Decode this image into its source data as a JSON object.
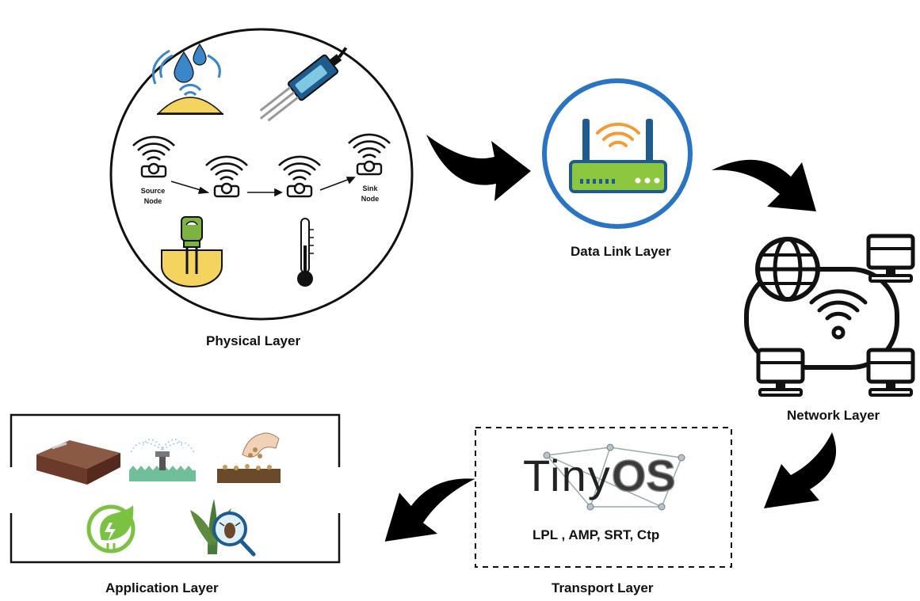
{
  "physical": {
    "label": "Physical Layer",
    "source_node": [
      "Source",
      "Node"
    ],
    "sink_node": [
      "Sink",
      "Node"
    ]
  },
  "data_link": {
    "label": "Data Link Layer"
  },
  "network": {
    "label": "Network Layer"
  },
  "transport": {
    "label": "Transport Layer",
    "logo_text": "TinyOS",
    "protocols": "LPL , AMP, SRT, Ctp"
  },
  "application": {
    "label": "Application Layer"
  },
  "colors": {
    "router_ring": "#2a74c4",
    "router_body": "#8dc63f",
    "signal_orange": "#f39c33",
    "water_blue": "#3a86c8",
    "soil_yellow": "#f4d35e",
    "meter_green": "#7cb342",
    "eco_green": "#7cc242",
    "arrow": "#000000"
  }
}
